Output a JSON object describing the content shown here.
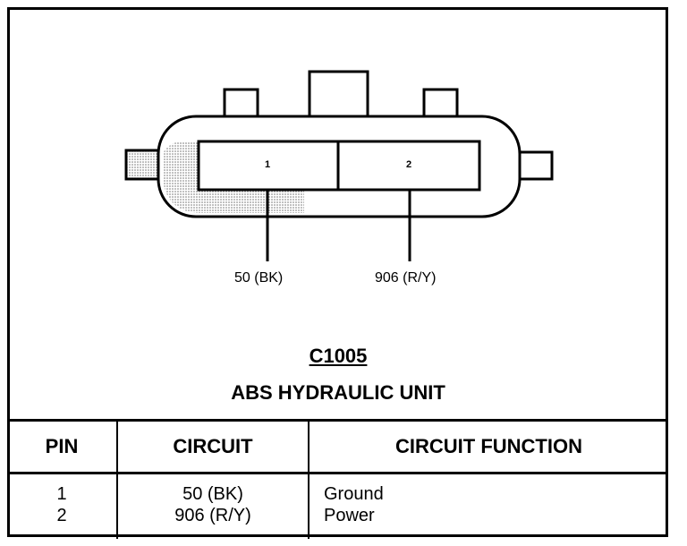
{
  "connector": {
    "id": "C1005",
    "name": "ABS HYDRAULIC UNIT",
    "pin_labels": [
      "1",
      "2"
    ],
    "wires": [
      "50 (BK)",
      "906 (R/Y)"
    ]
  },
  "table": {
    "headers": [
      "PIN",
      "CIRCUIT",
      "CIRCUIT FUNCTION"
    ],
    "rows": [
      {
        "pin": "1",
        "circuit": "50 (BK)",
        "function": "Ground"
      },
      {
        "pin": "2",
        "circuit": "906 (R/Y)",
        "function": "Power"
      }
    ]
  }
}
